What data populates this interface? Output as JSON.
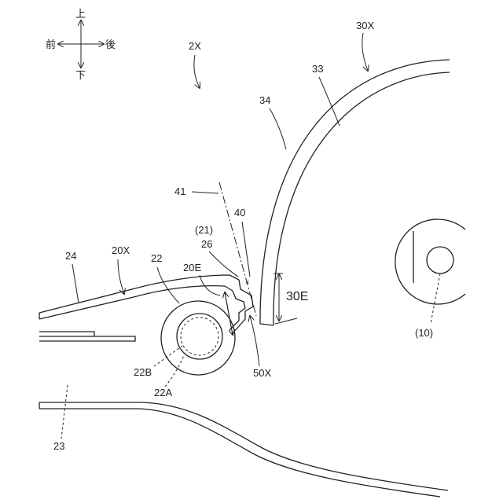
{
  "directions": {
    "up": "上",
    "down": "下",
    "front": "前",
    "rear": "後"
  },
  "labels": {
    "device": "2X",
    "cover": "30X",
    "part_33": "33",
    "part_34": "34",
    "part_41": "41",
    "part_40": "40",
    "part_21": "(21)",
    "part_26": "26",
    "part_20x": "20X",
    "part_24": "24",
    "part_22": "22",
    "part_20e": "20E",
    "part_30e": "30E",
    "part_22b": "22B",
    "part_22a": "22A",
    "part_50x": "50X",
    "part_23": "23",
    "part_10": "(10)"
  }
}
